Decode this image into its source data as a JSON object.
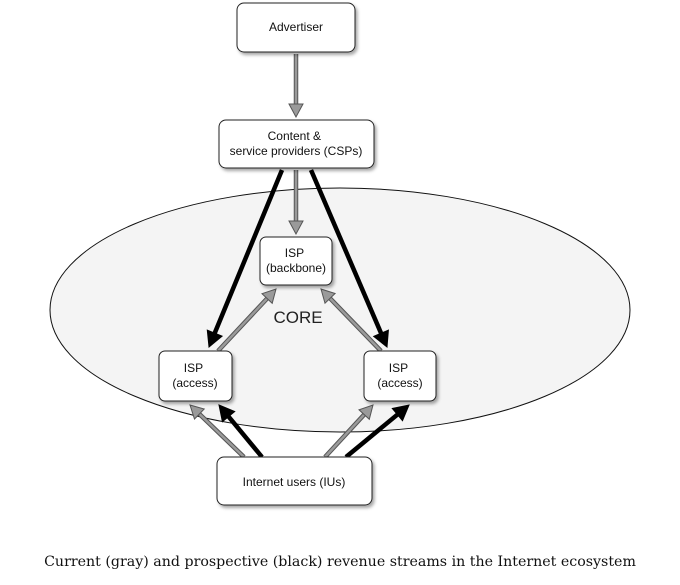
{
  "nodes": {
    "advertiser": {
      "lines": [
        "Advertiser"
      ]
    },
    "csp": {
      "lines": [
        "Content &",
        "service providers (CSPs)"
      ]
    },
    "isp_backbone": {
      "lines": [
        "ISP",
        "(backbone)"
      ]
    },
    "isp_access_left": {
      "lines": [
        "ISP",
        "(access)"
      ]
    },
    "isp_access_right": {
      "lines": [
        "ISP",
        "(access)"
      ]
    },
    "internet_users": {
      "lines": [
        "Internet users (IUs)"
      ]
    }
  },
  "core_label": "CORE",
  "caption": "Current (gray) and prospective (black) revenue streams in the Internet ecosystem",
  "flows": [
    {
      "from": "advertiser",
      "to": "csp",
      "stream": "current"
    },
    {
      "from": "csp",
      "to": "isp_backbone",
      "stream": "current"
    },
    {
      "from": "csp",
      "to": "isp_access_left",
      "stream": "prospective"
    },
    {
      "from": "csp",
      "to": "isp_access_right",
      "stream": "prospective"
    },
    {
      "from": "isp_access_left",
      "to": "isp_backbone",
      "stream": "current"
    },
    {
      "from": "isp_access_right",
      "to": "isp_backbone",
      "stream": "current"
    },
    {
      "from": "internet_users",
      "to": "isp_access_left",
      "stream": "current"
    },
    {
      "from": "internet_users",
      "to": "isp_access_left",
      "stream": "prospective"
    },
    {
      "from": "internet_users",
      "to": "isp_access_right",
      "stream": "current"
    },
    {
      "from": "internet_users",
      "to": "isp_access_right",
      "stream": "prospective"
    }
  ],
  "colors": {
    "current": "#9a9a9a",
    "prospective": "#000000",
    "node_fill": "#ffffff",
    "node_stroke": "#222222"
  }
}
